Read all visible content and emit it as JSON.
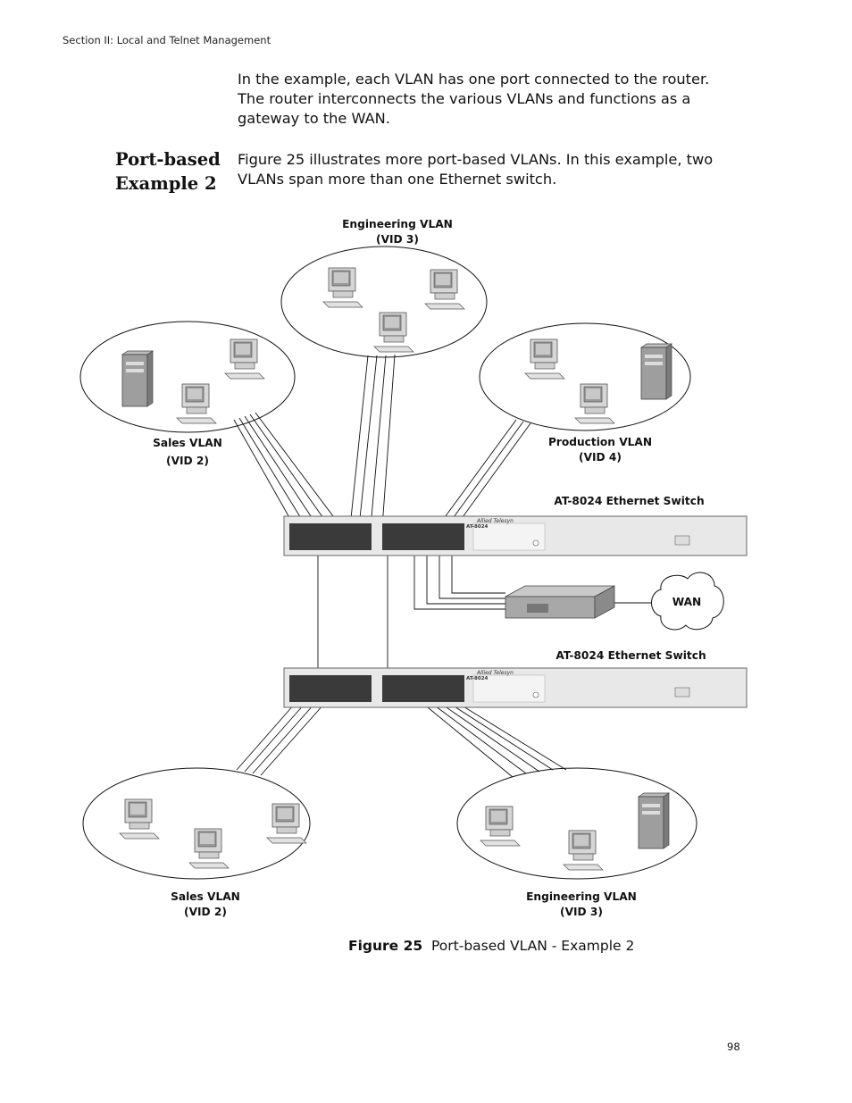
{
  "header": {
    "section": "Section II: Local and Telnet Management"
  },
  "intro_text": "In the example, each VLAN has one port connected to the router. The router interconnects the various VLANs and functions as a gateway to the WAN.",
  "side_heading": {
    "line1": "Port-based",
    "line2": "Example 2"
  },
  "body_text": "Figure 25 illustrates more port-based VLANs. In this example, two VLANs span more than one Ethernet switch.",
  "diagram": {
    "engineering_top": {
      "name": "Engineering VLAN",
      "vid": "(VID 3)"
    },
    "sales_top": {
      "name": "Sales VLAN",
      "vid": "(VID 2)"
    },
    "production": {
      "name": "Production VLAN",
      "vid": "(VID 4)"
    },
    "switch_top_label": "AT-8024 Ethernet Switch",
    "switch_bottom_label": "AT-8024 Ethernet Switch",
    "wan_label": "WAN",
    "sales_bottom": {
      "name": "Sales VLAN",
      "vid": "(VID 2)"
    },
    "engineering_bottom": {
      "name": "Engineering VLAN",
      "vid": "(VID 3)"
    },
    "switch_brand": "Allied Telesyn",
    "switch_model": "AT-8024"
  },
  "caption": {
    "figure": "Figure 25",
    "title": "Port-based VLAN - Example 2"
  },
  "page_number": "98"
}
